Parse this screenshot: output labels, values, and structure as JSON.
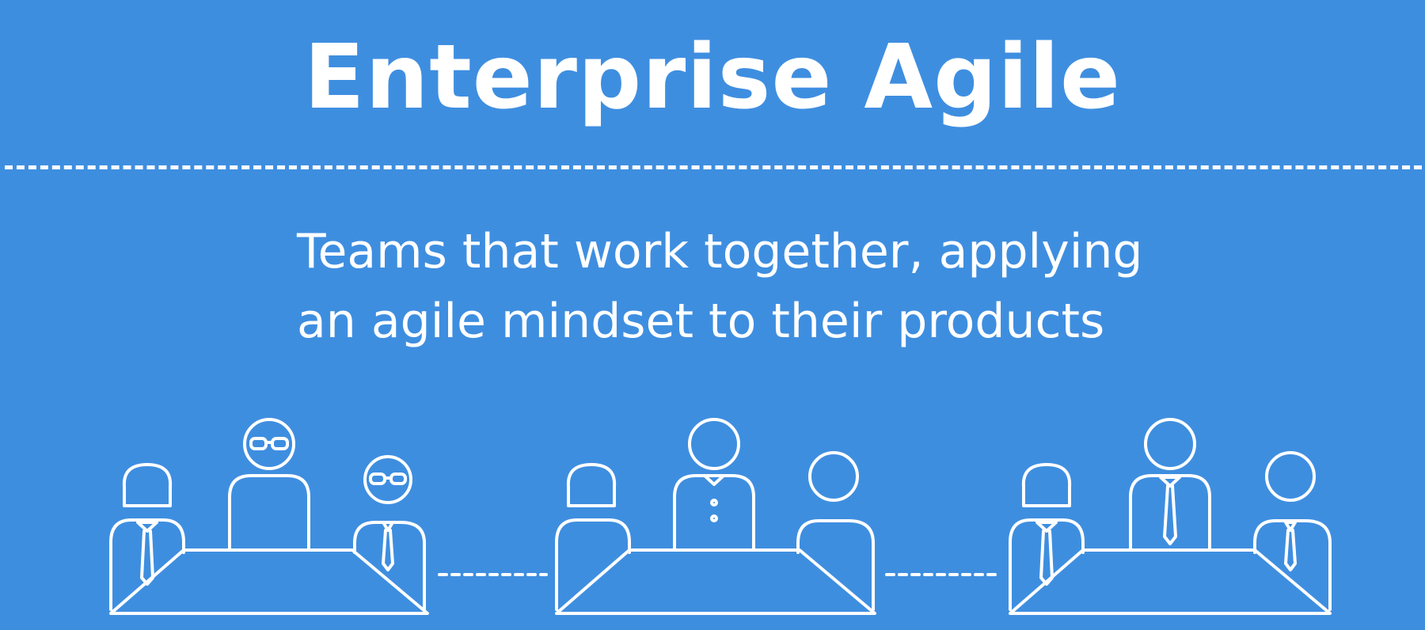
{
  "slide": {
    "title": "Enterprise Agile",
    "subtitle_line_1": "Teams that work together, applying",
    "subtitle_line_2": "an agile mindset to their products"
  },
  "colors": {
    "background": "#3e8ee0",
    "foreground": "#ffffff"
  },
  "illustration": {
    "team_count": 3,
    "members_per_team": 3
  }
}
